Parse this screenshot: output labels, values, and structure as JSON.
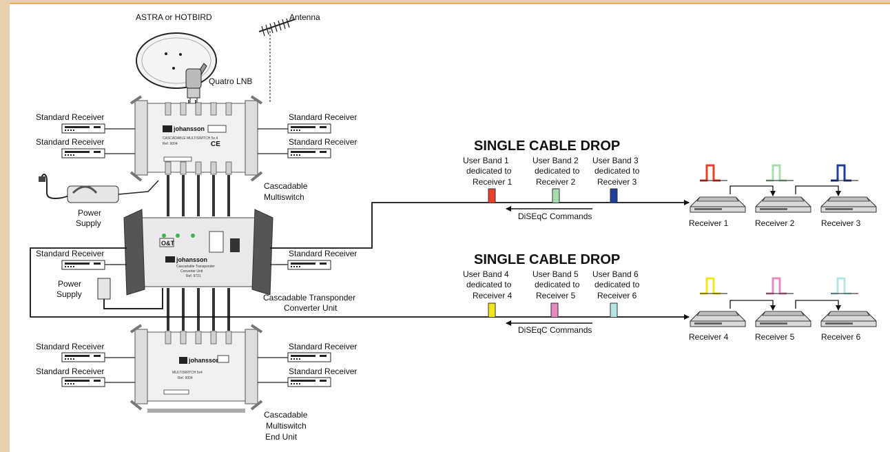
{
  "labels": {
    "satellite": "ASTRA or HOTBIRD",
    "antenna": "Antenna",
    "lnb": "Quatro LNB",
    "standard_receiver": "Standard Receiver",
    "power_supply_line1": "Power",
    "power_supply_line2": "Supply",
    "cascadable_multiswitch_line1": "Cascadable",
    "cascadable_multiswitch_line2": "Multiswitch",
    "transponder_line1": "Cascadable Transponder",
    "transponder_line2": "Converter Unit",
    "end_unit_line1": "Cascadable",
    "end_unit_line2": "Multiswitch",
    "end_unit_line3": "End Unit",
    "brand": "johansson",
    "brand_small": "O&T"
  },
  "drops": [
    {
      "title": "SINGLE CABLE DROP",
      "diseqc": "DiSEqC Commands",
      "bands": [
        {
          "line1": "User Band 1",
          "line2": "dedicated to",
          "line3": "Receiver 1",
          "color": "#e8412a"
        },
        {
          "line1": "User Band 2",
          "line2": "dedicated to",
          "line3": "Receiver 2",
          "color": "#a6dcae"
        },
        {
          "line1": "User Band 3",
          "line2": "dedicated to",
          "line3": "Receiver 3",
          "color": "#1f3d9a"
        }
      ],
      "receivers": [
        "Receiver 1",
        "Receiver 2",
        "Receiver 3"
      ]
    },
    {
      "title": "SINGLE CABLE DROP",
      "diseqc": "DiSEqC Commands",
      "bands": [
        {
          "line1": "User Band 4",
          "line2": "dedicated to",
          "line3": "Receiver 4",
          "color": "#f2e51a"
        },
        {
          "line1": "User Band 5",
          "line2": "dedicated to",
          "line3": "Receiver 5",
          "color": "#e58ac0"
        },
        {
          "line1": "User Band 6",
          "line2": "dedicated to",
          "line3": "Receiver 6",
          "color": "#b6e4e4"
        }
      ],
      "receivers": [
        "Receiver 4",
        "Receiver 5",
        "Receiver 6"
      ]
    }
  ]
}
